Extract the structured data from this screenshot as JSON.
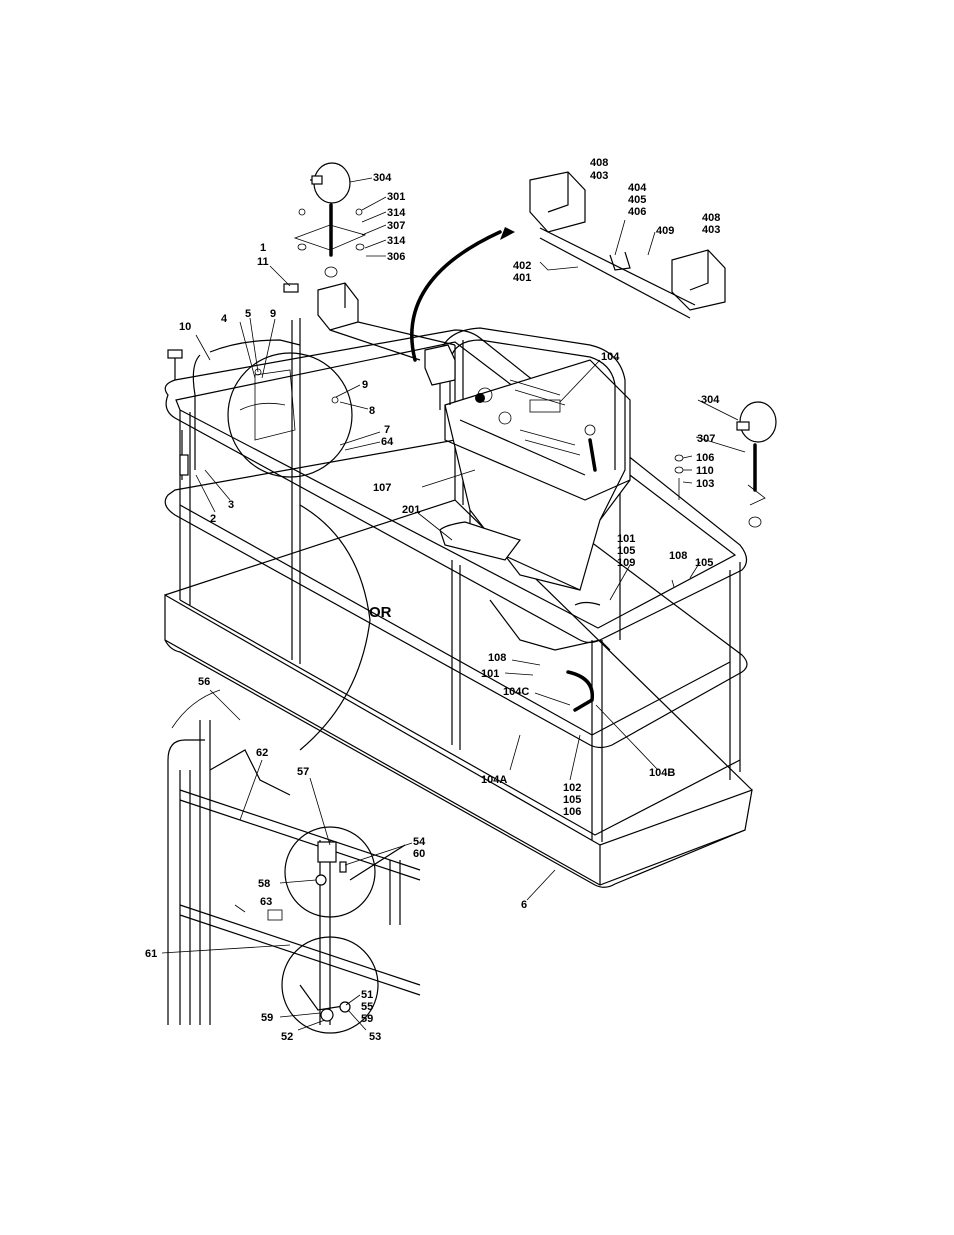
{
  "callouts": [
    {
      "id": "c304a",
      "text": "304"
    },
    {
      "id": "c301",
      "text": "301"
    },
    {
      "id": "c314a",
      "text": "314"
    },
    {
      "id": "c307a",
      "text": "307"
    },
    {
      "id": "c314b",
      "text": "314"
    },
    {
      "id": "c306",
      "text": "306"
    },
    {
      "id": "c1",
      "text": "1"
    },
    {
      "id": "c11",
      "text": "11"
    },
    {
      "id": "c408a",
      "text": "408"
    },
    {
      "id": "c403a",
      "text": "403"
    },
    {
      "id": "c404",
      "text": "404"
    },
    {
      "id": "c405",
      "text": "405"
    },
    {
      "id": "c406",
      "text": "406"
    },
    {
      "id": "c408b",
      "text": "408"
    },
    {
      "id": "c403b",
      "text": "403"
    },
    {
      "id": "c409",
      "text": "409"
    },
    {
      "id": "c402",
      "text": "402"
    },
    {
      "id": "c401",
      "text": "401"
    },
    {
      "id": "c10",
      "text": "10"
    },
    {
      "id": "c4",
      "text": "4"
    },
    {
      "id": "c5",
      "text": "5"
    },
    {
      "id": "c9a",
      "text": "9"
    },
    {
      "id": "c9b",
      "text": "9"
    },
    {
      "id": "c8",
      "text": "8"
    },
    {
      "id": "c7",
      "text": "7"
    },
    {
      "id": "c64",
      "text": "64"
    },
    {
      "id": "c104",
      "text": "104"
    },
    {
      "id": "c304b",
      "text": "304"
    },
    {
      "id": "c307b",
      "text": "307"
    },
    {
      "id": "c106a",
      "text": "106"
    },
    {
      "id": "c110",
      "text": "110"
    },
    {
      "id": "c103",
      "text": "103"
    },
    {
      "id": "c107",
      "text": "107"
    },
    {
      "id": "c3",
      "text": "3"
    },
    {
      "id": "c2",
      "text": "2"
    },
    {
      "id": "c201",
      "text": "201"
    },
    {
      "id": "c101a",
      "text": "101"
    },
    {
      "id": "c105a",
      "text": "105"
    },
    {
      "id": "c109",
      "text": "109"
    },
    {
      "id": "c108a",
      "text": "108"
    },
    {
      "id": "c105b",
      "text": "105"
    },
    {
      "id": "cOR",
      "text": "OR"
    },
    {
      "id": "c108b",
      "text": "108"
    },
    {
      "id": "c101b",
      "text": "101"
    },
    {
      "id": "c104C",
      "text": "104C"
    },
    {
      "id": "c56",
      "text": "56"
    },
    {
      "id": "c62",
      "text": "62"
    },
    {
      "id": "c57",
      "text": "57"
    },
    {
      "id": "c104A",
      "text": "104A"
    },
    {
      "id": "c104B",
      "text": "104B"
    },
    {
      "id": "c102",
      "text": "102"
    },
    {
      "id": "c105c",
      "text": "105"
    },
    {
      "id": "c106b",
      "text": "106"
    },
    {
      "id": "c54",
      "text": "54"
    },
    {
      "id": "c60",
      "text": "60"
    },
    {
      "id": "c58",
      "text": "58"
    },
    {
      "id": "c63",
      "text": "63"
    },
    {
      "id": "c6",
      "text": "6"
    },
    {
      "id": "c61",
      "text": "61"
    },
    {
      "id": "c51",
      "text": "51"
    },
    {
      "id": "c55",
      "text": "55"
    },
    {
      "id": "c59a",
      "text": "59"
    },
    {
      "id": "c59b",
      "text": "59"
    },
    {
      "id": "c52",
      "text": "52"
    },
    {
      "id": "c53",
      "text": "53"
    }
  ]
}
